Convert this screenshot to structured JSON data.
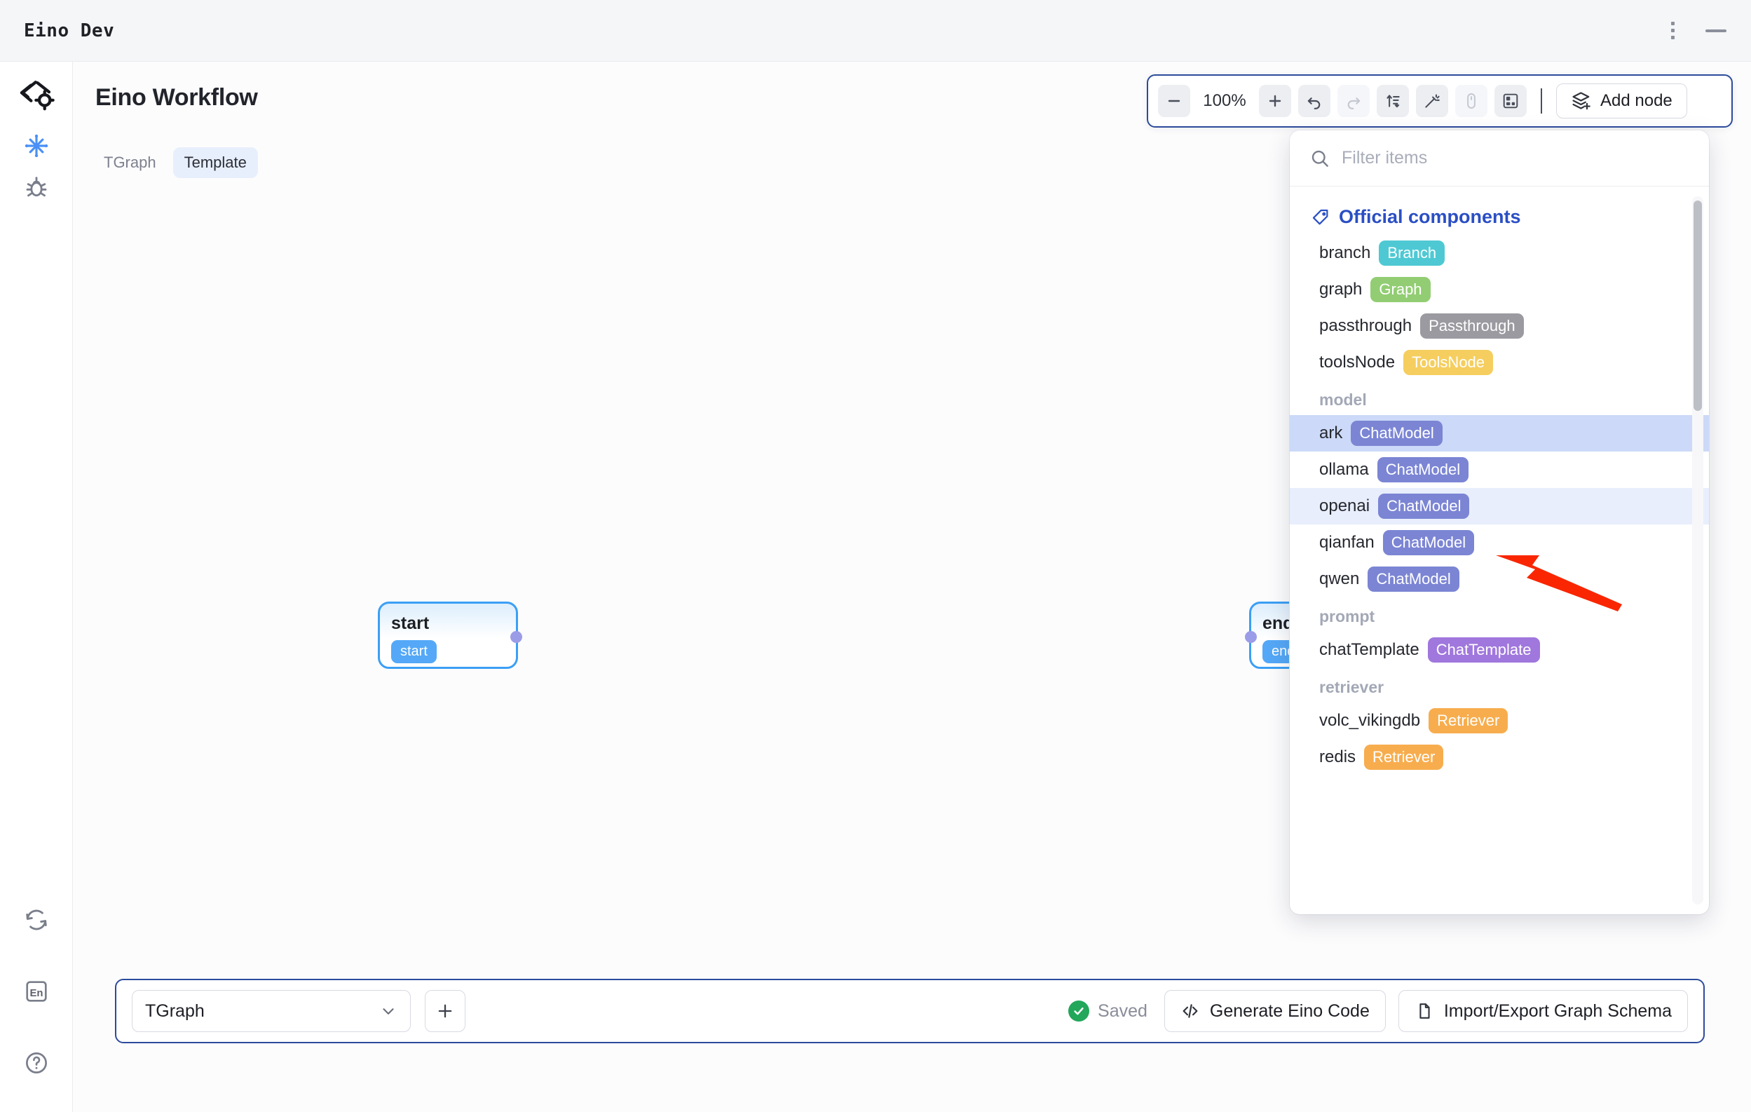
{
  "window": {
    "app_title": "Eino Dev",
    "menu_icon": "kebab-menu-icon",
    "minimize_icon": "minimize-icon"
  },
  "rail": {
    "logo_icon": "eino-logo-icon",
    "items": [
      {
        "icon": "graph-nodes-icon",
        "name": "graph",
        "active": true
      },
      {
        "icon": "bug-icon",
        "name": "debug",
        "active": false
      }
    ],
    "bottom_items": [
      {
        "icon": "sync-icon",
        "name": "refresh"
      },
      {
        "icon": "language-icon",
        "name": "language",
        "label": "En"
      },
      {
        "icon": "help-icon",
        "name": "help"
      }
    ]
  },
  "header": {
    "title": "Eino Workflow",
    "tabs": [
      {
        "label": "TGraph",
        "active": false
      },
      {
        "label": "Template",
        "active": true
      }
    ]
  },
  "toolbar": {
    "zoom_out_label": "−",
    "zoom_level": "100%",
    "zoom_in_label": "+",
    "undo_icon": "undo-icon",
    "redo_icon": "redo-icon",
    "auto_layout_icon": "auto-layout-icon",
    "magic_icon": "magic-wand-icon",
    "mouse_icon": "mouse-pointer-icon",
    "minimap_icon": "minimap-icon",
    "add_node_label": "Add node",
    "add_node_icon": "add-layers-icon"
  },
  "canvas": {
    "nodes": [
      {
        "title": "start",
        "badge": "start"
      },
      {
        "title": "end",
        "badge": "end"
      }
    ]
  },
  "panel": {
    "search": {
      "placeholder": "Filter items",
      "value": "",
      "icon": "search-icon"
    },
    "section_title": "Official components",
    "section_icon": "tag-icon",
    "items": [
      {
        "name": "branch",
        "badge": "Branch",
        "badge_color": "#4ec9d4",
        "state": ""
      },
      {
        "name": "graph",
        "badge": "Graph",
        "badge_color": "#92cd73",
        "state": ""
      },
      {
        "name": "passthrough",
        "badge": "Passthrough",
        "badge_color": "#9a9aa0",
        "state": ""
      },
      {
        "name": "toolsNode",
        "badge": "ToolsNode",
        "badge_color": "#f5ce5f",
        "state": ""
      }
    ],
    "groups": [
      {
        "label": "model",
        "items": [
          {
            "name": "ark",
            "badge": "ChatModel",
            "badge_color": "#7b85d4",
            "state": "selected"
          },
          {
            "name": "ollama",
            "badge": "ChatModel",
            "badge_color": "#7b85d4",
            "state": ""
          },
          {
            "name": "openai",
            "badge": "ChatModel",
            "badge_color": "#7b85d4",
            "state": "hover"
          },
          {
            "name": "qianfan",
            "badge": "ChatModel",
            "badge_color": "#7b85d4",
            "state": ""
          },
          {
            "name": "qwen",
            "badge": "ChatModel",
            "badge_color": "#7b85d4",
            "state": ""
          }
        ]
      },
      {
        "label": "prompt",
        "items": [
          {
            "name": "chatTemplate",
            "badge": "ChatTemplate",
            "badge_color": "#a077dd",
            "state": ""
          }
        ]
      },
      {
        "label": "retriever",
        "items": [
          {
            "name": "volc_vikingdb",
            "badge": "Retriever",
            "badge_color": "#f7ad4e",
            "state": ""
          },
          {
            "name": "redis",
            "badge": "Retriever",
            "badge_color": "#f7ad4e",
            "state": ""
          }
        ]
      }
    ]
  },
  "annotation": {
    "arrow_color": "#f92601",
    "points_at": "openai ChatModel"
  },
  "bottombar": {
    "graph_select_value": "TGraph",
    "add_graph_label": "+",
    "status_label": "Saved",
    "generate_code_label": "Generate Eino Code",
    "generate_code_icon": "code-brackets-icon",
    "import_export_label": "Import/Export Graph Schema",
    "import_export_icon": "document-icon"
  },
  "colors": {
    "accent_blue": "#2c4b9b",
    "node_border": "#3b9ff5",
    "node_badge": "#54a8f7",
    "selected_row": "#ccd9f8",
    "hover_row": "#e8eefc",
    "saved_green": "#23a75a"
  }
}
